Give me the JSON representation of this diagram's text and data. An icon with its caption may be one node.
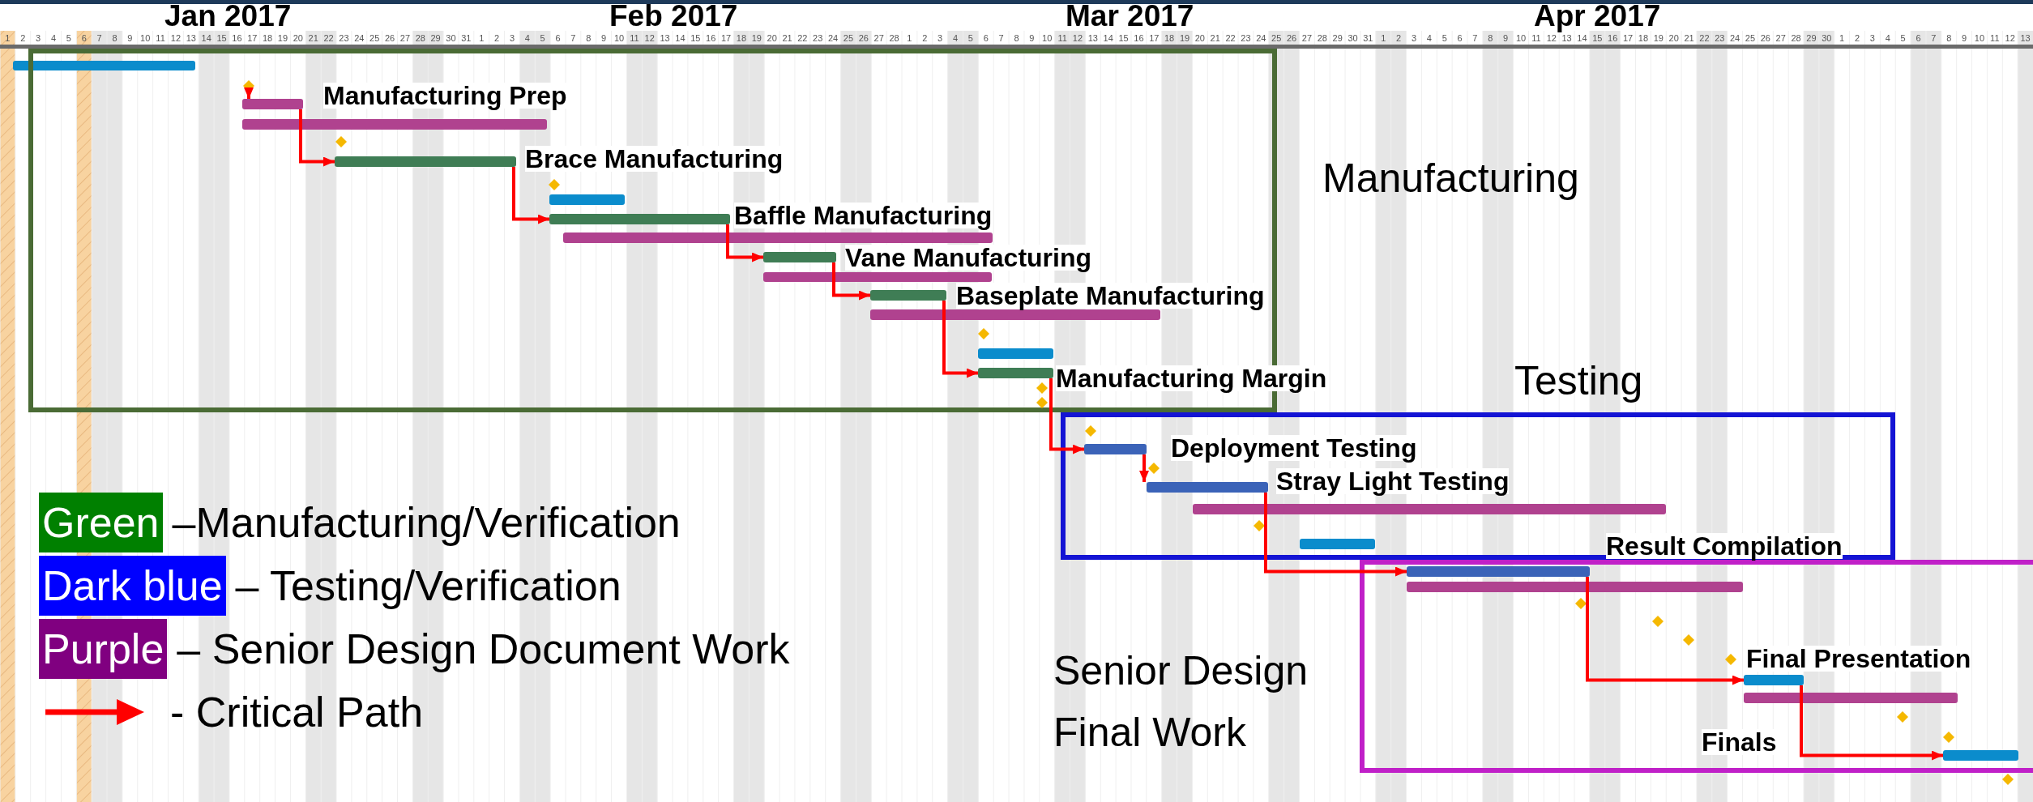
{
  "diagram": {
    "nodes": [
      {
        "text": [],
        "shape": "bar"
      },
      {
        "text": [
          "Manufacturing"
        ]
      },
      {
        "text": [],
        "shape": "diamond",
        "in": 1
      },
      {
        "text": [],
        "shape": "bar",
        "beside": [
          "Manufacturing Prep"
        ],
        "in": 1
      },
      {
        "text": [],
        "shape": "bar",
        "in": 1
      },
      {
        "text": [],
        "shape": "diamond",
        "in": 1
      },
      {
        "text": [],
        "shape": "bar",
        "beside": [
          "Brace Manufacturing"
        ],
        "in": 1
      },
      {
        "text": [],
        "shape": "diamond",
        "in": 1
      },
      {
        "text": [],
        "shape": "bar",
        "in": 1
      },
      {
        "text": [],
        "shape": "bar",
        "beside": [
          "Baffle Manufacturing"
        ],
        "in": 1
      },
      {
        "text": [],
        "shape": "bar",
        "in": 1
      },
      {
        "text": [],
        "shape": "bar",
        "beside": [
          "Vane Manufacturing"
        ],
        "in": 1
      },
      {
        "text": [],
        "shape": "bar",
        "in": 1
      },
      {
        "text": [],
        "shape": "bar",
        "beside": [
          "Baseplate Manufacturing"
        ],
        "in": 1
      },
      {
        "text": [],
        "shape": "bar",
        "in": 1
      },
      {
        "text": [],
        "shape": "diamond",
        "in": 1
      },
      {
        "text": [],
        "shape": "bar",
        "in": 1
      },
      {
        "text": [],
        "shape": "bar",
        "beside": [
          "Manufacturing Margin"
        ],
        "in": 1
      },
      {
        "text": [],
        "shape": "diamond",
        "in": 1
      },
      {
        "text": [],
        "shape": "diamond",
        "in": 1
      },
      {
        "text": [
          "Testing"
        ]
      },
      {
        "text": [],
        "shape": "diamond",
        "in": 20
      },
      {
        "text": [],
        "shape": "bar",
        "beside": [
          "Deployment Testing"
        ],
        "in": 20
      },
      {
        "text": [],
        "shape": "diamond",
        "in": 20
      },
      {
        "text": [],
        "shape": "bar",
        "beside": [
          "Stray Light Testing"
        ],
        "in": 20
      },
      {
        "text": [],
        "shape": "bar",
        "in": 20
      },
      {
        "text": [],
        "shape": "diamond",
        "in": 20
      },
      {
        "text": [],
        "shape": "bar",
        "in": 20
      },
      {
        "text": [
          "Senior Design Final Work"
        ]
      },
      {
        "text": [],
        "shape": "bar",
        "beside": [
          "Result Compilation"
        ],
        "in": 28
      },
      {
        "text": [],
        "shape": "bar",
        "in": 28
      },
      {
        "text": [],
        "shape": "diamond",
        "in": 28
      },
      {
        "text": [],
        "shape": "diamond",
        "in": 28
      },
      {
        "text": [],
        "shape": "diamond",
        "in": 28
      },
      {
        "text": [],
        "shape": "diamond",
        "in": 28
      },
      {
        "text": [],
        "shape": "bar",
        "beside": [
          "Final Presentation"
        ],
        "in": 28
      },
      {
        "text": [],
        "shape": "bar",
        "in": 28
      },
      {
        "text": [],
        "shape": "diamond",
        "in": 28
      },
      {
        "text": [],
        "shape": "diamond",
        "in": 28
      },
      {
        "text": [],
        "shape": "bar",
        "in": 28
      },
      {
        "text": [],
        "shape": "diamond"
      }
    ],
    "edges": [
      {
        "from": 2,
        "to": 3,
        "arrow": "to"
      },
      {
        "from": 3,
        "to": 6,
        "arrow": "to"
      },
      {
        "from": 6,
        "to": 9,
        "arrow": "to"
      },
      {
        "from": 9,
        "to": 11,
        "arrow": "to"
      },
      {
        "from": 11,
        "to": 13,
        "arrow": "to"
      },
      {
        "from": 13,
        "to": 17,
        "arrow": "to"
      },
      {
        "from": 17,
        "to": 22,
        "arrow": "to"
      },
      {
        "from": 22,
        "to": 24,
        "arrow": "to"
      },
      {
        "from": 24,
        "to": 29,
        "arrow": "to"
      },
      {
        "from": 29,
        "to": 35,
        "arrow": "to"
      },
      {
        "from": 35,
        "to": 39,
        "arrow": "to"
      }
    ],
    "labels": [
      "Jan 2017",
      "Feb 2017",
      "Mar 2017",
      "Apr 2017",
      "1",
      "2",
      "3",
      "4",
      "5",
      "6",
      "7",
      "8",
      "9",
      "10",
      "11",
      "12",
      "13",
      "14",
      "15",
      "16",
      "17",
      "18",
      "19",
      "20",
      "21",
      "22",
      "23",
      "24",
      "25",
      "26",
      "27",
      "28",
      "29",
      "30",
      "31",
      "1",
      "2",
      "3",
      "4",
      "5",
      "6",
      "7",
      "8",
      "9",
      "10",
      "11",
      "12",
      "13",
      "14",
      "15",
      "16",
      "17",
      "18",
      "19",
      "20",
      "21",
      "22",
      "23",
      "24",
      "25",
      "26",
      "27",
      "28",
      "1",
      "2",
      "3",
      "4",
      "5",
      "6",
      "7",
      "8",
      "9",
      "10",
      "11",
      "12",
      "13",
      "14",
      "15",
      "16",
      "17",
      "18",
      "19",
      "20",
      "21",
      "22",
      "23",
      "24",
      "25",
      "26",
      "27",
      "28",
      "29",
      "30",
      "31",
      "1",
      "2",
      "3",
      "4",
      "5",
      "6",
      "7",
      "8",
      "9",
      "10",
      "11",
      "12",
      "13",
      "14",
      "15",
      "16",
      "17",
      "18",
      "19",
      "20",
      "21",
      "22",
      "23",
      "24",
      "25",
      "26",
      "27",
      "28",
      "29",
      "30",
      "1",
      "2",
      "3",
      "4",
      "5",
      "6",
      "7",
      "8",
      "9",
      "10",
      "11",
      "12",
      "13",
      "Finals",
      "Green",
      "Dark blue",
      "Purple"
    ],
    "legend": [
      {
        "text": "–Manufacturing/Verification",
        "color": "#008000"
      },
      {
        "text": "– Testing/Verification",
        "color": "#0000ff"
      },
      {
        "text": "– Senior Design Document Work",
        "color": "#800080"
      },
      {
        "text": "- Critical Path"
      }
    ]
  }
}
